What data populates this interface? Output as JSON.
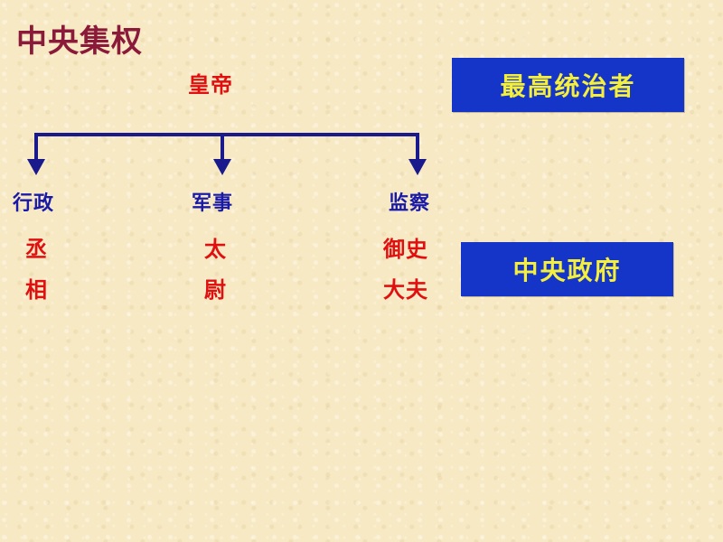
{
  "title": "中央集权",
  "emperor": "皇帝",
  "supreme_label": "最高统治者",
  "central_gov_label": "中央政府",
  "branches": [
    {
      "name": "行政",
      "official_lines": [
        "丞",
        "相"
      ]
    },
    {
      "name": "军事",
      "official_lines": [
        "太",
        "尉"
      ]
    },
    {
      "name": "监察",
      "official_lines": [
        "御史",
        "大夫"
      ]
    }
  ],
  "colors": {
    "title": "#8b1a3a",
    "emperor": "#e01010",
    "branch": "#1a1aa8",
    "official": "#e01010",
    "label_box_bg": "#1534c8",
    "label_box_text": "#f4ee3c",
    "connector": "#1a1a8c"
  }
}
